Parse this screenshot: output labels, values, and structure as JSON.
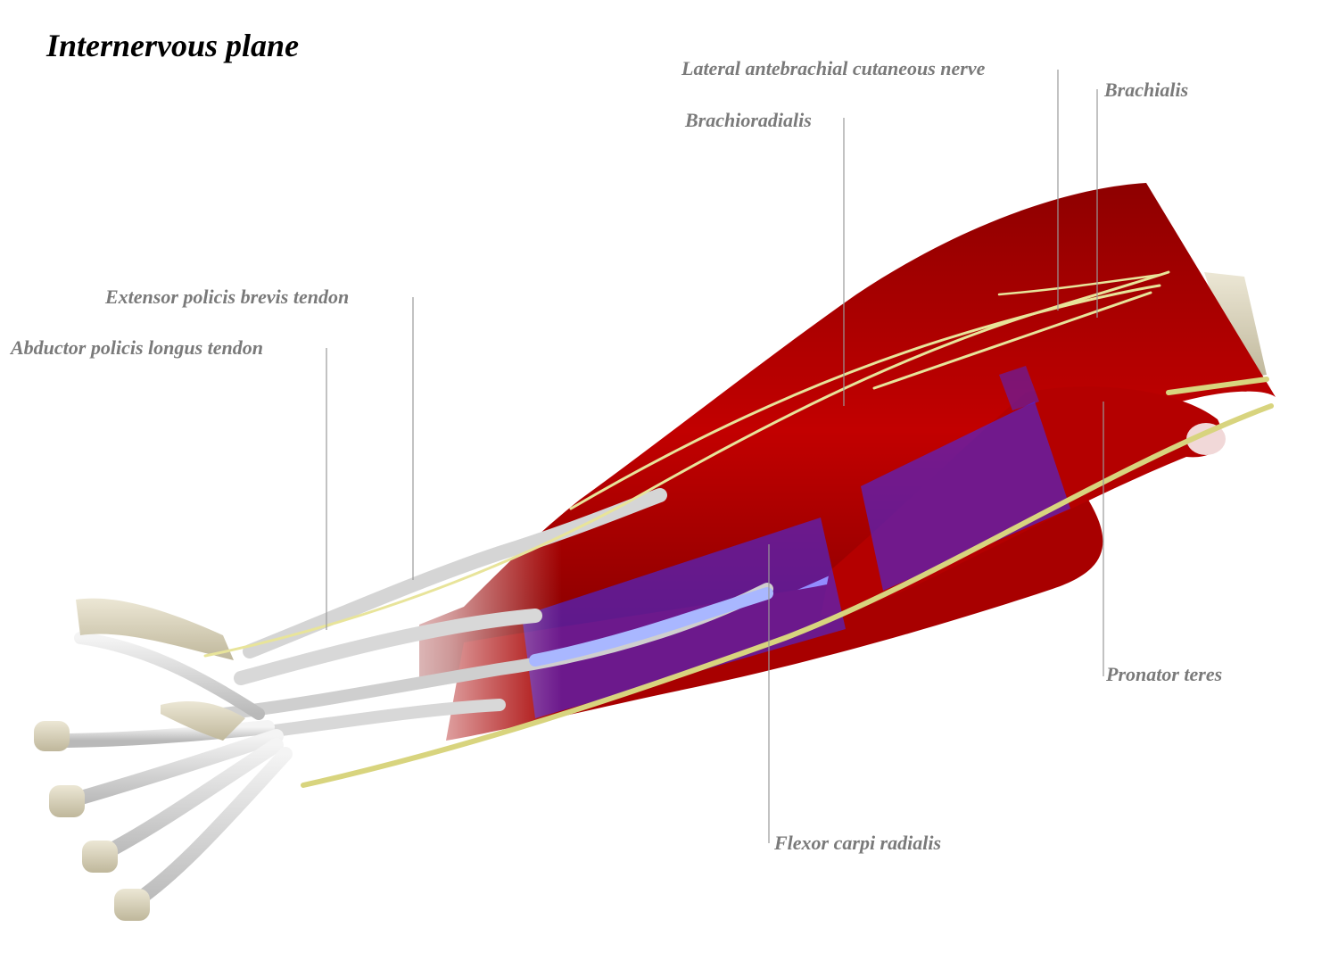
{
  "title": "Internervous plane",
  "labels": {
    "lateral_antebrachial_cutaneous_nerve": "Lateral antebrachial cutaneous nerve",
    "brachialis": "Brachialis",
    "brachioradialis": "Brachioradialis",
    "extensor_policis_brevis_tendon": "Extensor policis brevis tendon",
    "abductor_policis_longus_tendon": "Abductor policis longus tendon",
    "pronator_teres": "Pronator teres",
    "flexor_carpi_radialis": "Flexor carpi radialis"
  },
  "colors": {
    "muscle": "#b00000",
    "muscle_dark": "#7a0000",
    "tendon": "#dcdcdc",
    "bone": "#d9d3bd",
    "nerve": "#e8e49a",
    "plane_overlay": "#3a2dff",
    "label_text": "#7a7a7a",
    "leader_line": "#9a9a9a"
  }
}
